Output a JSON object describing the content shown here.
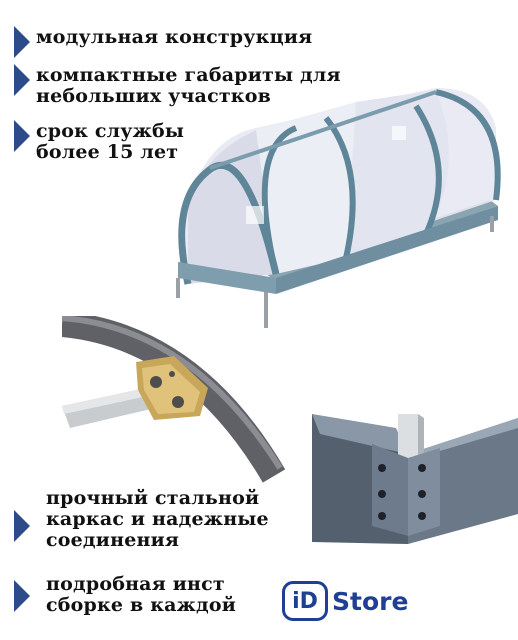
{
  "features": [
    {
      "text": "модульная конструкция"
    },
    {
      "text": "компактные габариты для\nнебольших участков"
    },
    {
      "text": "срок службы\nболее 15 лет"
    },
    {
      "text": "прочный стальной\nкаркас и надежные\nсоединения"
    },
    {
      "text": "подробная инст\nсборке в каждой"
    }
  ],
  "brand": {
    "badge": "iD",
    "name": "Store",
    "color": "#1f3f94"
  },
  "colors": {
    "marker": "#2d4a8a",
    "frame": "#6f8fa0",
    "panel": "#dfe4ec"
  },
  "icons": [
    "greenhouse-illustration",
    "arc-joint-illustration",
    "corner-bracket-illustration"
  ]
}
